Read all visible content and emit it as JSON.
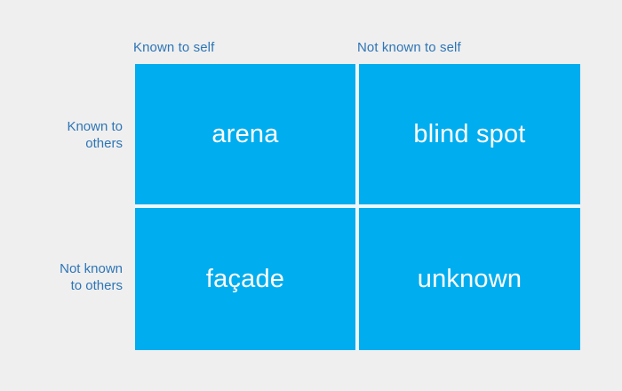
{
  "figure": {
    "name": "johari-window",
    "background_color": "#efefef",
    "quadrant_color": "#00adef",
    "label_color": "#2e75b6",
    "quadrant_text_color": "#ffffff"
  },
  "columns": [
    {
      "id": "known-self",
      "label": "Known to self"
    },
    {
      "id": "not-known-self",
      "label": "Not known to self"
    }
  ],
  "rows": [
    {
      "id": "known-others",
      "label": "Known to\nothers"
    },
    {
      "id": "not-known-others",
      "label": "Not known\nto others"
    }
  ],
  "quadrants": [
    {
      "id": "arena",
      "label": "arena",
      "row": "known-others",
      "column": "known-self"
    },
    {
      "id": "blind-spot",
      "label": "blind spot",
      "row": "known-others",
      "column": "not-known-self"
    },
    {
      "id": "facade",
      "label": "façade",
      "row": "not-known-others",
      "column": "known-self"
    },
    {
      "id": "unknown",
      "label": "unknown",
      "row": "not-known-others",
      "column": "not-known-self"
    }
  ]
}
